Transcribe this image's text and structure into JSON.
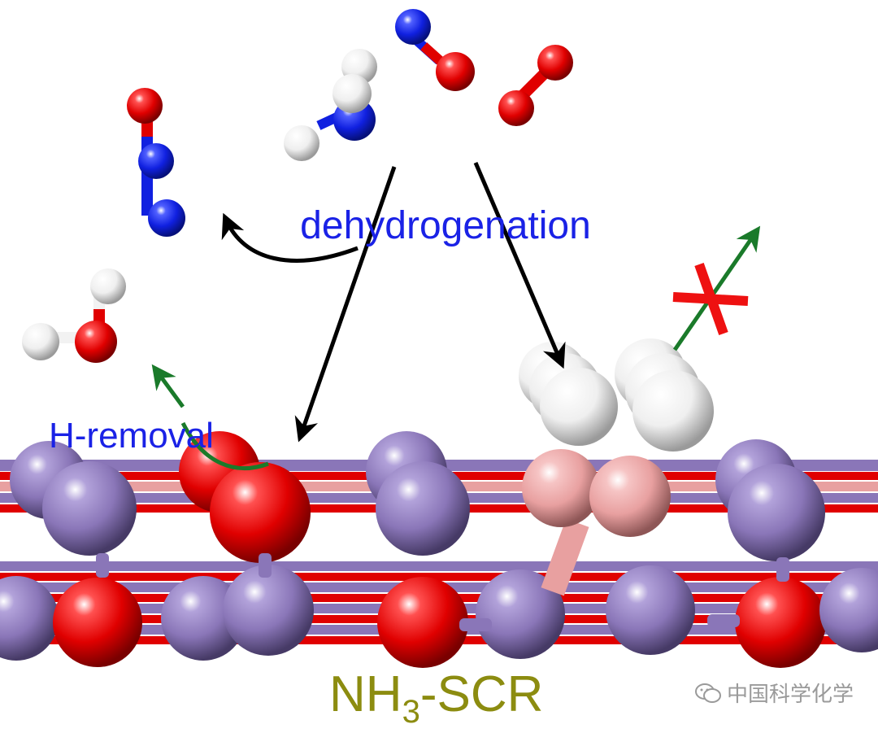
{
  "labels": {
    "dehydrogenation": "dehydrogenation",
    "h_removal": "H-removal",
    "nh3_scr": "NH3-SCR"
  },
  "watermark": {
    "text": "中国科学化学",
    "icon": "wechat-icon"
  },
  "colors": {
    "oxygen": "#e00000",
    "nitrogen": "#1020e0",
    "hydrogen": "#f2f2f2",
    "manganese": "#8a76b8",
    "dopant": "#e8a0a0",
    "label_blue": "#1a22e6",
    "label_olive": "#8c8c10",
    "arrow_green": "#1a7a2a",
    "cross_red": "#ee1111"
  }
}
